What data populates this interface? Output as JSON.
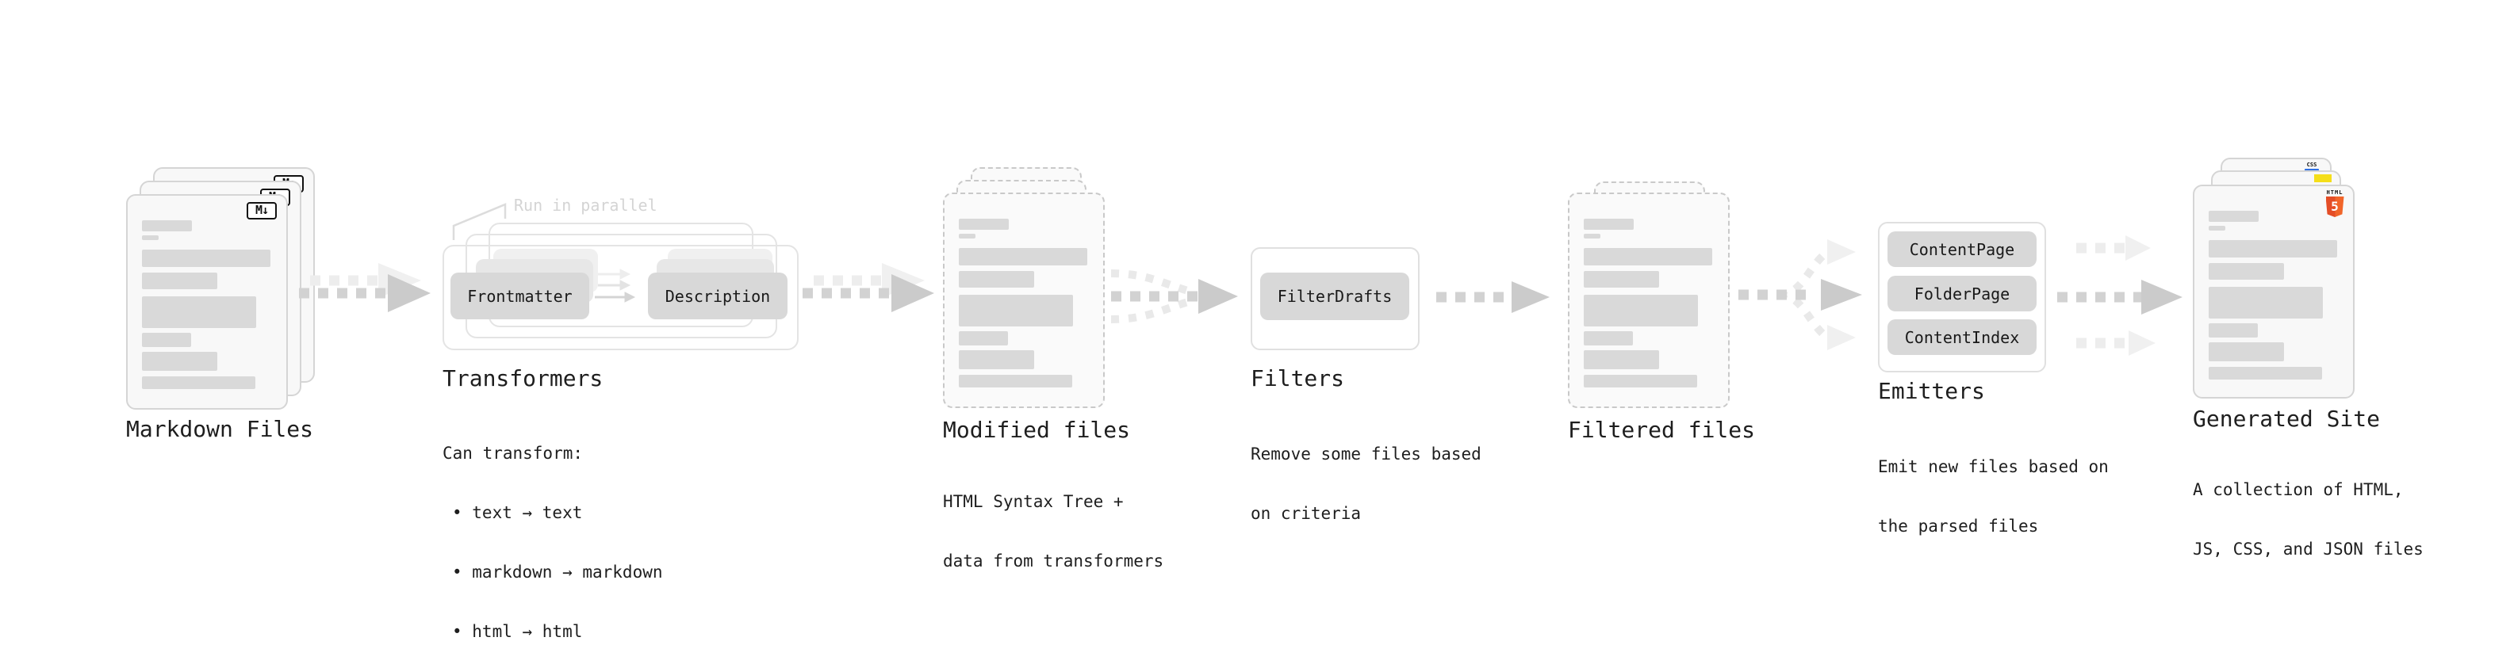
{
  "diagram": {
    "stages": {
      "markdown": {
        "title": "Markdown Files",
        "badge": "M↓"
      },
      "transformers": {
        "title": "Transformers",
        "annotation": "Run in parallel",
        "pills": [
          "Frontmatter",
          "Description"
        ],
        "desc": [
          "Can transform:",
          "• text → text",
          "• markdown → markdown",
          "• html → html"
        ]
      },
      "modified": {
        "title": "Modified files",
        "desc": [
          "HTML Syntax Tree +",
          "data from transformers"
        ]
      },
      "filters": {
        "title": "Filters",
        "pills": [
          "FilterDrafts"
        ],
        "desc": [
          "Remove some files based",
          "on criteria"
        ]
      },
      "filtered": {
        "title": "Filtered files"
      },
      "emitters": {
        "title": "Emitters",
        "pills": [
          "ContentPage",
          "FolderPage",
          "ContentIndex"
        ],
        "desc": [
          "Emit new files based on",
          "the parsed files"
        ]
      },
      "generated": {
        "title": "Generated Site",
        "badges": {
          "css": "CSS",
          "html_word": "HTML",
          "html_number": "5"
        },
        "desc": [
          "A collection of HTML,",
          "JS, CSS, and JSON files"
        ]
      }
    },
    "colors": {
      "text": "#1e1e1e",
      "bar": "#d9d9d9",
      "card_bg": "#f8f8f8",
      "card_border": "#d5d5d5",
      "dashed_border": "#c9c9c9",
      "pill": "#d8d8d8",
      "arrow": "#cbcbcb",
      "arrow_line": "#d2d2d2",
      "arrow_light": "#ededed",
      "annotation": "#d4d4d4",
      "css_blue": "#2d6fe4",
      "js_yellow": "#f5de19",
      "html_orange": "#e44d26"
    }
  }
}
